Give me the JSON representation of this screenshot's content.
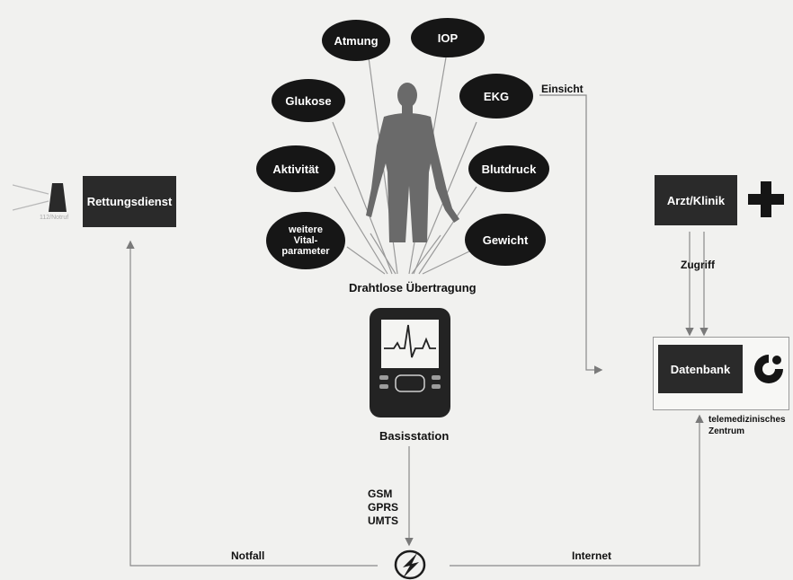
{
  "sensors": [
    {
      "id": "atmung",
      "label": "Atmung"
    },
    {
      "id": "iop",
      "label": "IOP"
    },
    {
      "id": "glukose",
      "label": "Glukose"
    },
    {
      "id": "ekg",
      "label": "EKG"
    },
    {
      "id": "aktivitaet",
      "label": "Aktivität"
    },
    {
      "id": "blutdruck",
      "label": "Blutdruck"
    },
    {
      "id": "weitere",
      "label": "weitere\nVital-\nparameter"
    },
    {
      "id": "gewicht",
      "label": "Gewicht"
    }
  ],
  "labels": {
    "wireless": "Drahtlose Übertragung",
    "base_station": "Basisstation",
    "einsicht": "Einsicht",
    "zugriff": "Zugriff",
    "notfall": "Notfall",
    "internet": "Internet",
    "gsm": "GSM",
    "gprs": "GPRS",
    "umts": "UMTS",
    "telemed_1": "telemedizinisches",
    "telemed_2": "Zentrum",
    "siren_text": "112/Notruf"
  },
  "boxes": {
    "rettungsdienst": "Rettungsdienst",
    "arzt_klinik": "Arzt/Klinik",
    "datenbank": "Datenbank"
  },
  "colors": {
    "background": "#f1f1ef",
    "ink": "#161616",
    "box": "#2a2a2a",
    "line": "#8a8a8a"
  },
  "icons": [
    "human-figure-icon",
    "ecg-device-icon",
    "antenna-icon",
    "siren-icon",
    "medical-cross-icon",
    "database-logo-icon"
  ]
}
